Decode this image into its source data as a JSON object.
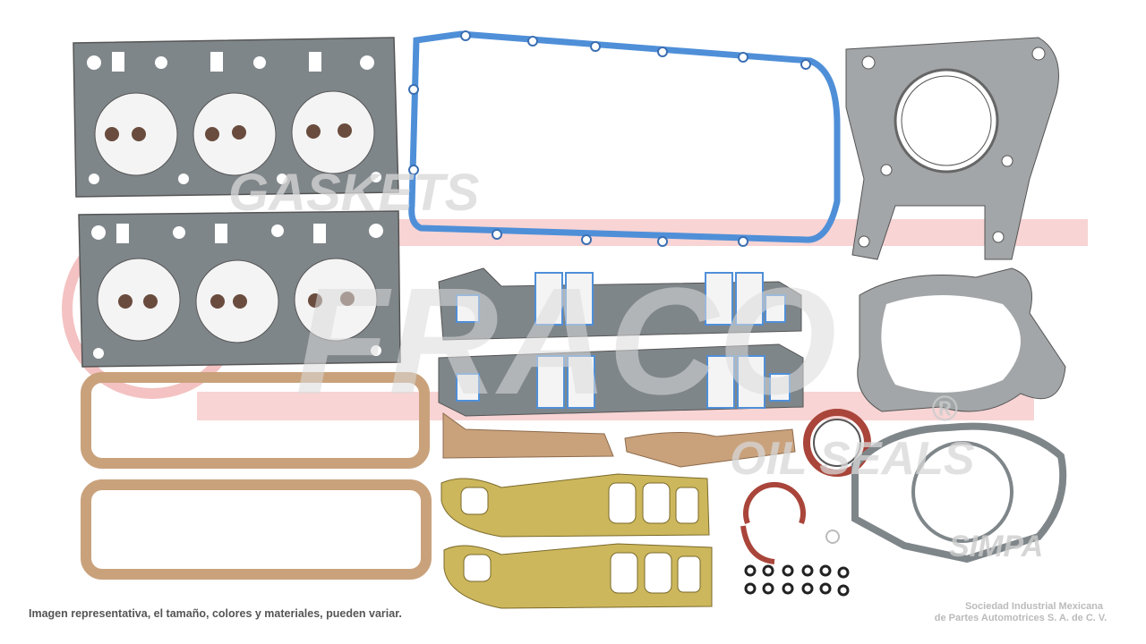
{
  "watermark": {
    "gaskets": "GASKETS",
    "brand": "FRACO",
    "oil_seals": "OIL SEALS",
    "registered": "®",
    "partner_logo": "SIMPA"
  },
  "colors": {
    "head_gasket": "#7f868a",
    "oil_pan_gasket": "#4f8fd8",
    "cork": "#c9a27c",
    "exhaust": "#cdb75c",
    "seal": "#a9453a",
    "watermark_red": "#f3b8b8"
  },
  "footer": {
    "disclaimer": "Imagen representativa, el tamaño, colores y materiales, pueden variar.",
    "company_line1": "Sociedad Industrial Mexicana",
    "company_line2": "de Partes Automotrices S. A. de C. V."
  }
}
